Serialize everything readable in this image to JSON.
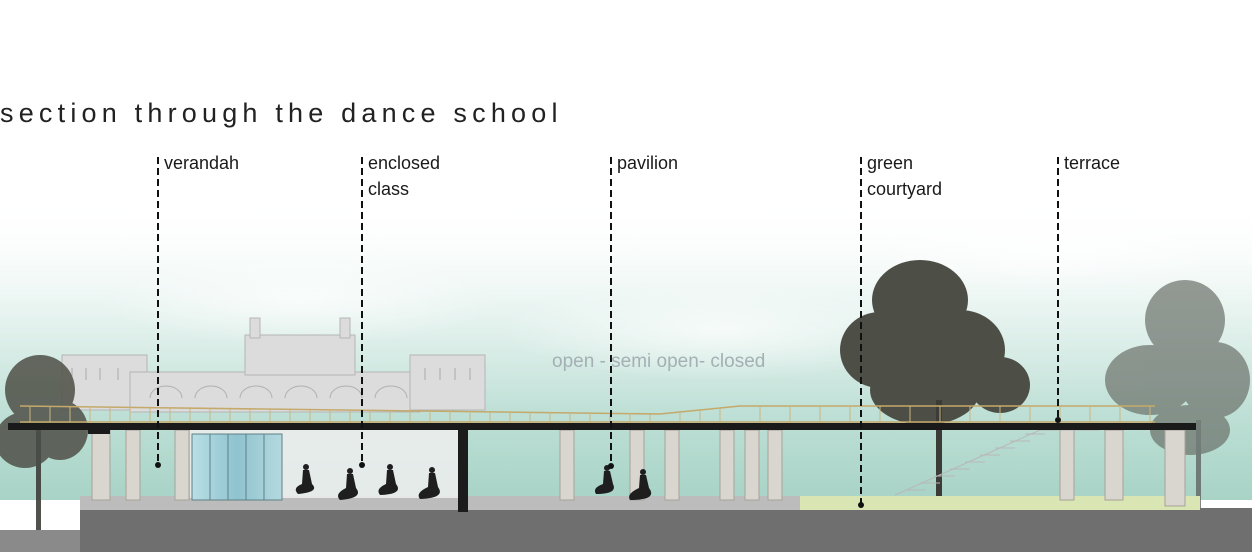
{
  "title": "section through the dance school",
  "overlay_text": "open - semi open- closed",
  "callouts": [
    {
      "lines": [
        "verandah"
      ]
    },
    {
      "lines": [
        "enclosed",
        "class"
      ]
    },
    {
      "lines": [
        "pavilion"
      ]
    },
    {
      "lines": [
        "green",
        "courtyard"
      ]
    },
    {
      "lines": [
        "terrace"
      ]
    }
  ],
  "colors": {
    "sky_top": "#ffffff",
    "sky_mid": "#d6ebe6",
    "sky_low": "#9fcfc2",
    "ground": "#707070",
    "roof_rail": "#c9b27a",
    "slab": "#1a1a1a",
    "tree_foliage": "#5a5a52",
    "glass": "#9ccbd6",
    "courtyard_grass": "#d8e6b0",
    "palace": "#d0d0d0"
  }
}
